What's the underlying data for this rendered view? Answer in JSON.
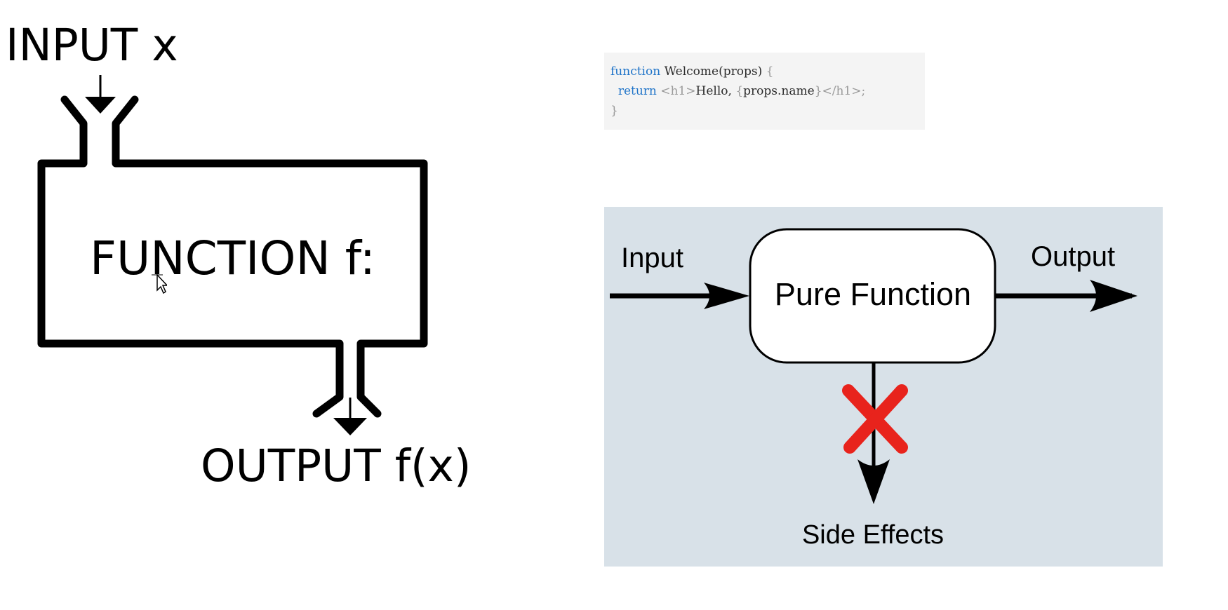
{
  "function_machine": {
    "input_label": "INPUT x",
    "function_label": "FUNCTION f:",
    "output_label": "OUTPUT f(x)"
  },
  "code_snippet": {
    "line1": {
      "keyword": "function",
      "name": "Welcome",
      "params": "(props)",
      "brace": "{"
    },
    "line2": {
      "keyword": "return",
      "open_tag": "<h1>",
      "text": "Hello,",
      "expr_open": "{",
      "expr": "props.name",
      "expr_close": "}",
      "close_tag": "</h1>",
      "semicolon": ";"
    },
    "line3": {
      "brace": "}"
    }
  },
  "pure_function_diagram": {
    "input_label": "Input",
    "function_label": "Pure Function",
    "output_label": "Output",
    "side_effects_label": "Side Effects",
    "cross_color": "#e8231c",
    "panel_color": "#d8e1e8"
  },
  "icons": {
    "cursor": "mouse-pointer-icon",
    "cross": "red-x-icon"
  }
}
